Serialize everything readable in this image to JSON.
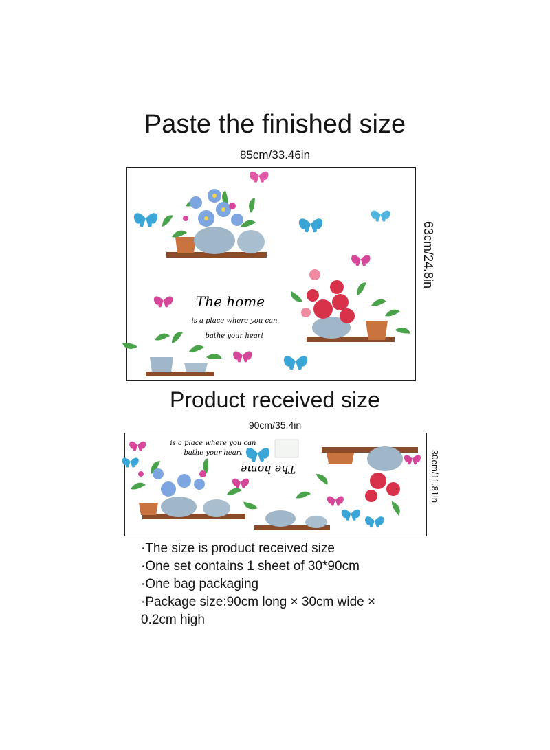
{
  "finished": {
    "title": "Paste the finished size",
    "width_label": "85cm/33.46in",
    "height_label": "63cm/24.8in",
    "quote": {
      "title": "The home",
      "line1": "is a place where you can",
      "line2": "bathe your heart"
    }
  },
  "received": {
    "title": "Product received size",
    "width_label": "90cm/35.4in",
    "height_label": "30cm/11.81in",
    "quote": {
      "title": "The home",
      "line1": "is a place where you can",
      "line2": "bathe your heart"
    }
  },
  "specs": [
    "·The size is product received size",
    "·One set contains 1 sheet of 30*90cm",
    "·One bag packaging",
    "·Package size:90cm long × 30cm wide ×",
    "0.2cm high"
  ],
  "colors": {
    "butterfly_blue": "#3aa6d8",
    "butterfly_pink": "#d6479a",
    "leaf_green": "#4aa34a",
    "pot_blue": "#9fb7c9",
    "pot_terracotta": "#c9733e",
    "shelf": "#8a4b2a",
    "flower_red": "#d8324a",
    "flower_blue": "#7da6e0"
  }
}
